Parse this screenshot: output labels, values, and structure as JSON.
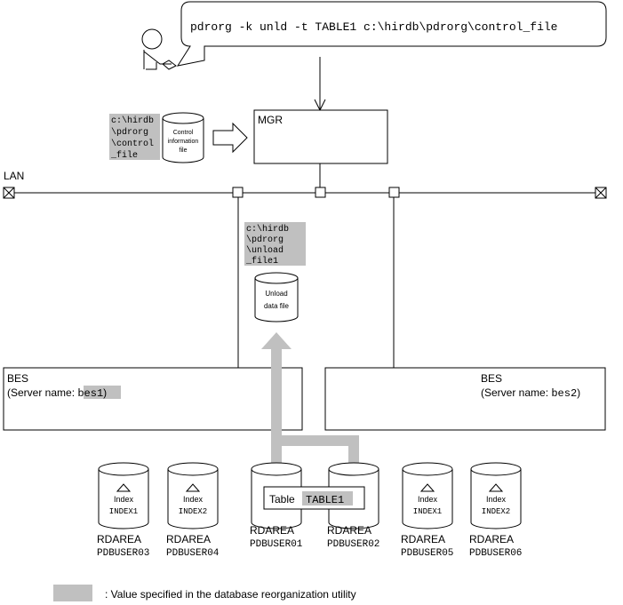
{
  "command": {
    "text": "pdrorg -k unld -t TABLE1 c:\\hirdb\\pdrorg\\control_file"
  },
  "mgr": {
    "label": "MGR"
  },
  "lan": {
    "label": "LAN"
  },
  "control_path": [
    "c:\\hirdb",
    "\\pdrorg",
    "\\control",
    "_file"
  ],
  "control_file": {
    "lines": [
      "Control",
      "information",
      "file"
    ]
  },
  "unload_path": [
    "c:\\hirdb",
    "\\pdrorg",
    "\\unload",
    "_file1"
  ],
  "unload_file": {
    "lines": [
      "Unload",
      "data file"
    ]
  },
  "bes1": {
    "title": "BES",
    "server_label": "(Server name: ",
    "server_name": "bes1",
    "close": ")"
  },
  "bes2": {
    "title": "BES",
    "server_label": "(Server name: ",
    "server_name": "bes2",
    "close": ")"
  },
  "table": {
    "label": "Table",
    "name": "TABLE1"
  },
  "db_index_label": "Index",
  "rdareas": [
    {
      "type": "RDAREA",
      "name": "PDBUSER03",
      "index": "INDEX1"
    },
    {
      "type": "RDAREA",
      "name": "PDBUSER04",
      "index": "INDEX2"
    },
    {
      "type": "RDAREA",
      "name": "PDBUSER01"
    },
    {
      "type": "RDAREA",
      "name": "PDBUSER02"
    },
    {
      "type": "RDAREA",
      "name": "PDBUSER05",
      "index": "INDEX1"
    },
    {
      "type": "RDAREA",
      "name": "PDBUSER06",
      "index": "INDEX2"
    }
  ],
  "legend": {
    "text": ": Value specified in the database reorganization utility"
  },
  "colors": {
    "highlight": "#c0c0c0",
    "line": "#000000",
    "background": "#ffffff"
  }
}
